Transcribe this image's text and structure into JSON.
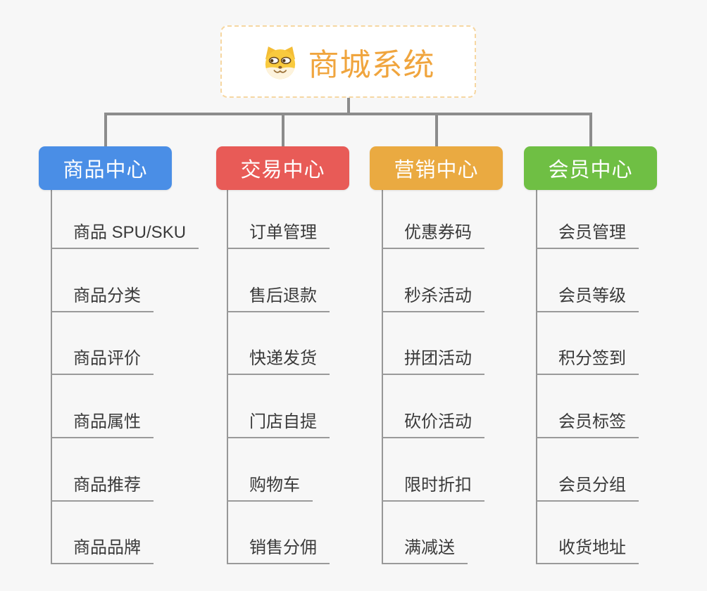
{
  "root": {
    "title": "商城系统",
    "icon": "doge-face-icon"
  },
  "branches": [
    {
      "label": "商品中心",
      "color": "#4a8ee6",
      "children": [
        "商品 SPU/SKU",
        "商品分类",
        "商品评价",
        "商品属性",
        "商品推荐",
        "商品品牌"
      ]
    },
    {
      "label": "交易中心",
      "color": "#e85b57",
      "children": [
        "订单管理",
        "售后退款",
        "快递发货",
        "门店自提",
        "购物车",
        "销售分佣"
      ]
    },
    {
      "label": "营销中心",
      "color": "#eaaa41",
      "children": [
        "优惠券码",
        "秒杀活动",
        "拼团活动",
        "砍价活动",
        "限时折扣",
        "满减送"
      ]
    },
    {
      "label": "会员中心",
      "color": "#6fbf44",
      "children": [
        "会员管理",
        "会员等级",
        "积分签到",
        "会员标签",
        "会员分组",
        "收货地址"
      ]
    }
  ],
  "colors": {
    "background": "#f7f7f7",
    "connector": "#8c8c8c",
    "leaf_underline": "#9a9a9a",
    "leaf_text": "#3a3a3a",
    "root_text": "#f0a53e",
    "root_border": "#f6d7a2"
  }
}
